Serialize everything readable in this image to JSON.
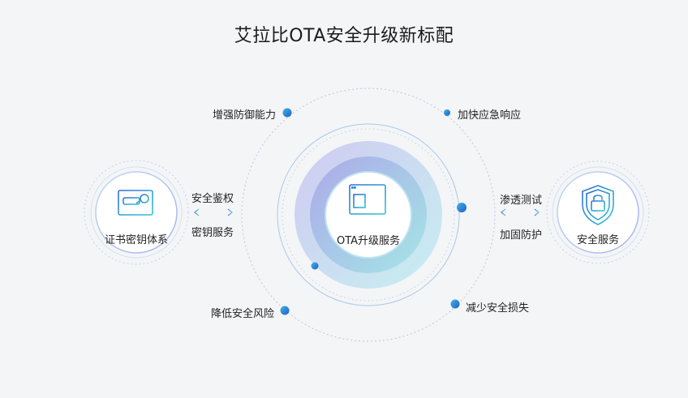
{
  "title": "艾拉比OTA安全升级新标配",
  "center": {
    "label": "OTA升级服务",
    "icon": "browser-window-icon"
  },
  "left_node": {
    "label": "证书密钥体系",
    "icon": "monitor-key-icon"
  },
  "right_node": {
    "label": "安全服务",
    "icon": "shield-lock-icon"
  },
  "left_link": {
    "top": "安全鉴权",
    "bottom": "密钥服务"
  },
  "right_link": {
    "top": "渗透测试",
    "bottom": "加固防护"
  },
  "benefits": {
    "top_left": "增强防御能力",
    "top_right": "加快应急响应",
    "bottom_left": "降低安全风险",
    "bottom_right": "减少安全损失"
  },
  "colors": {
    "accent_blue": "#2b7fd8",
    "accent_cyan": "#5fd3d6",
    "purple": "#7b7fd4",
    "ring_outer": "#c7d3f0",
    "ring_inner": "#a6e6ea"
  }
}
